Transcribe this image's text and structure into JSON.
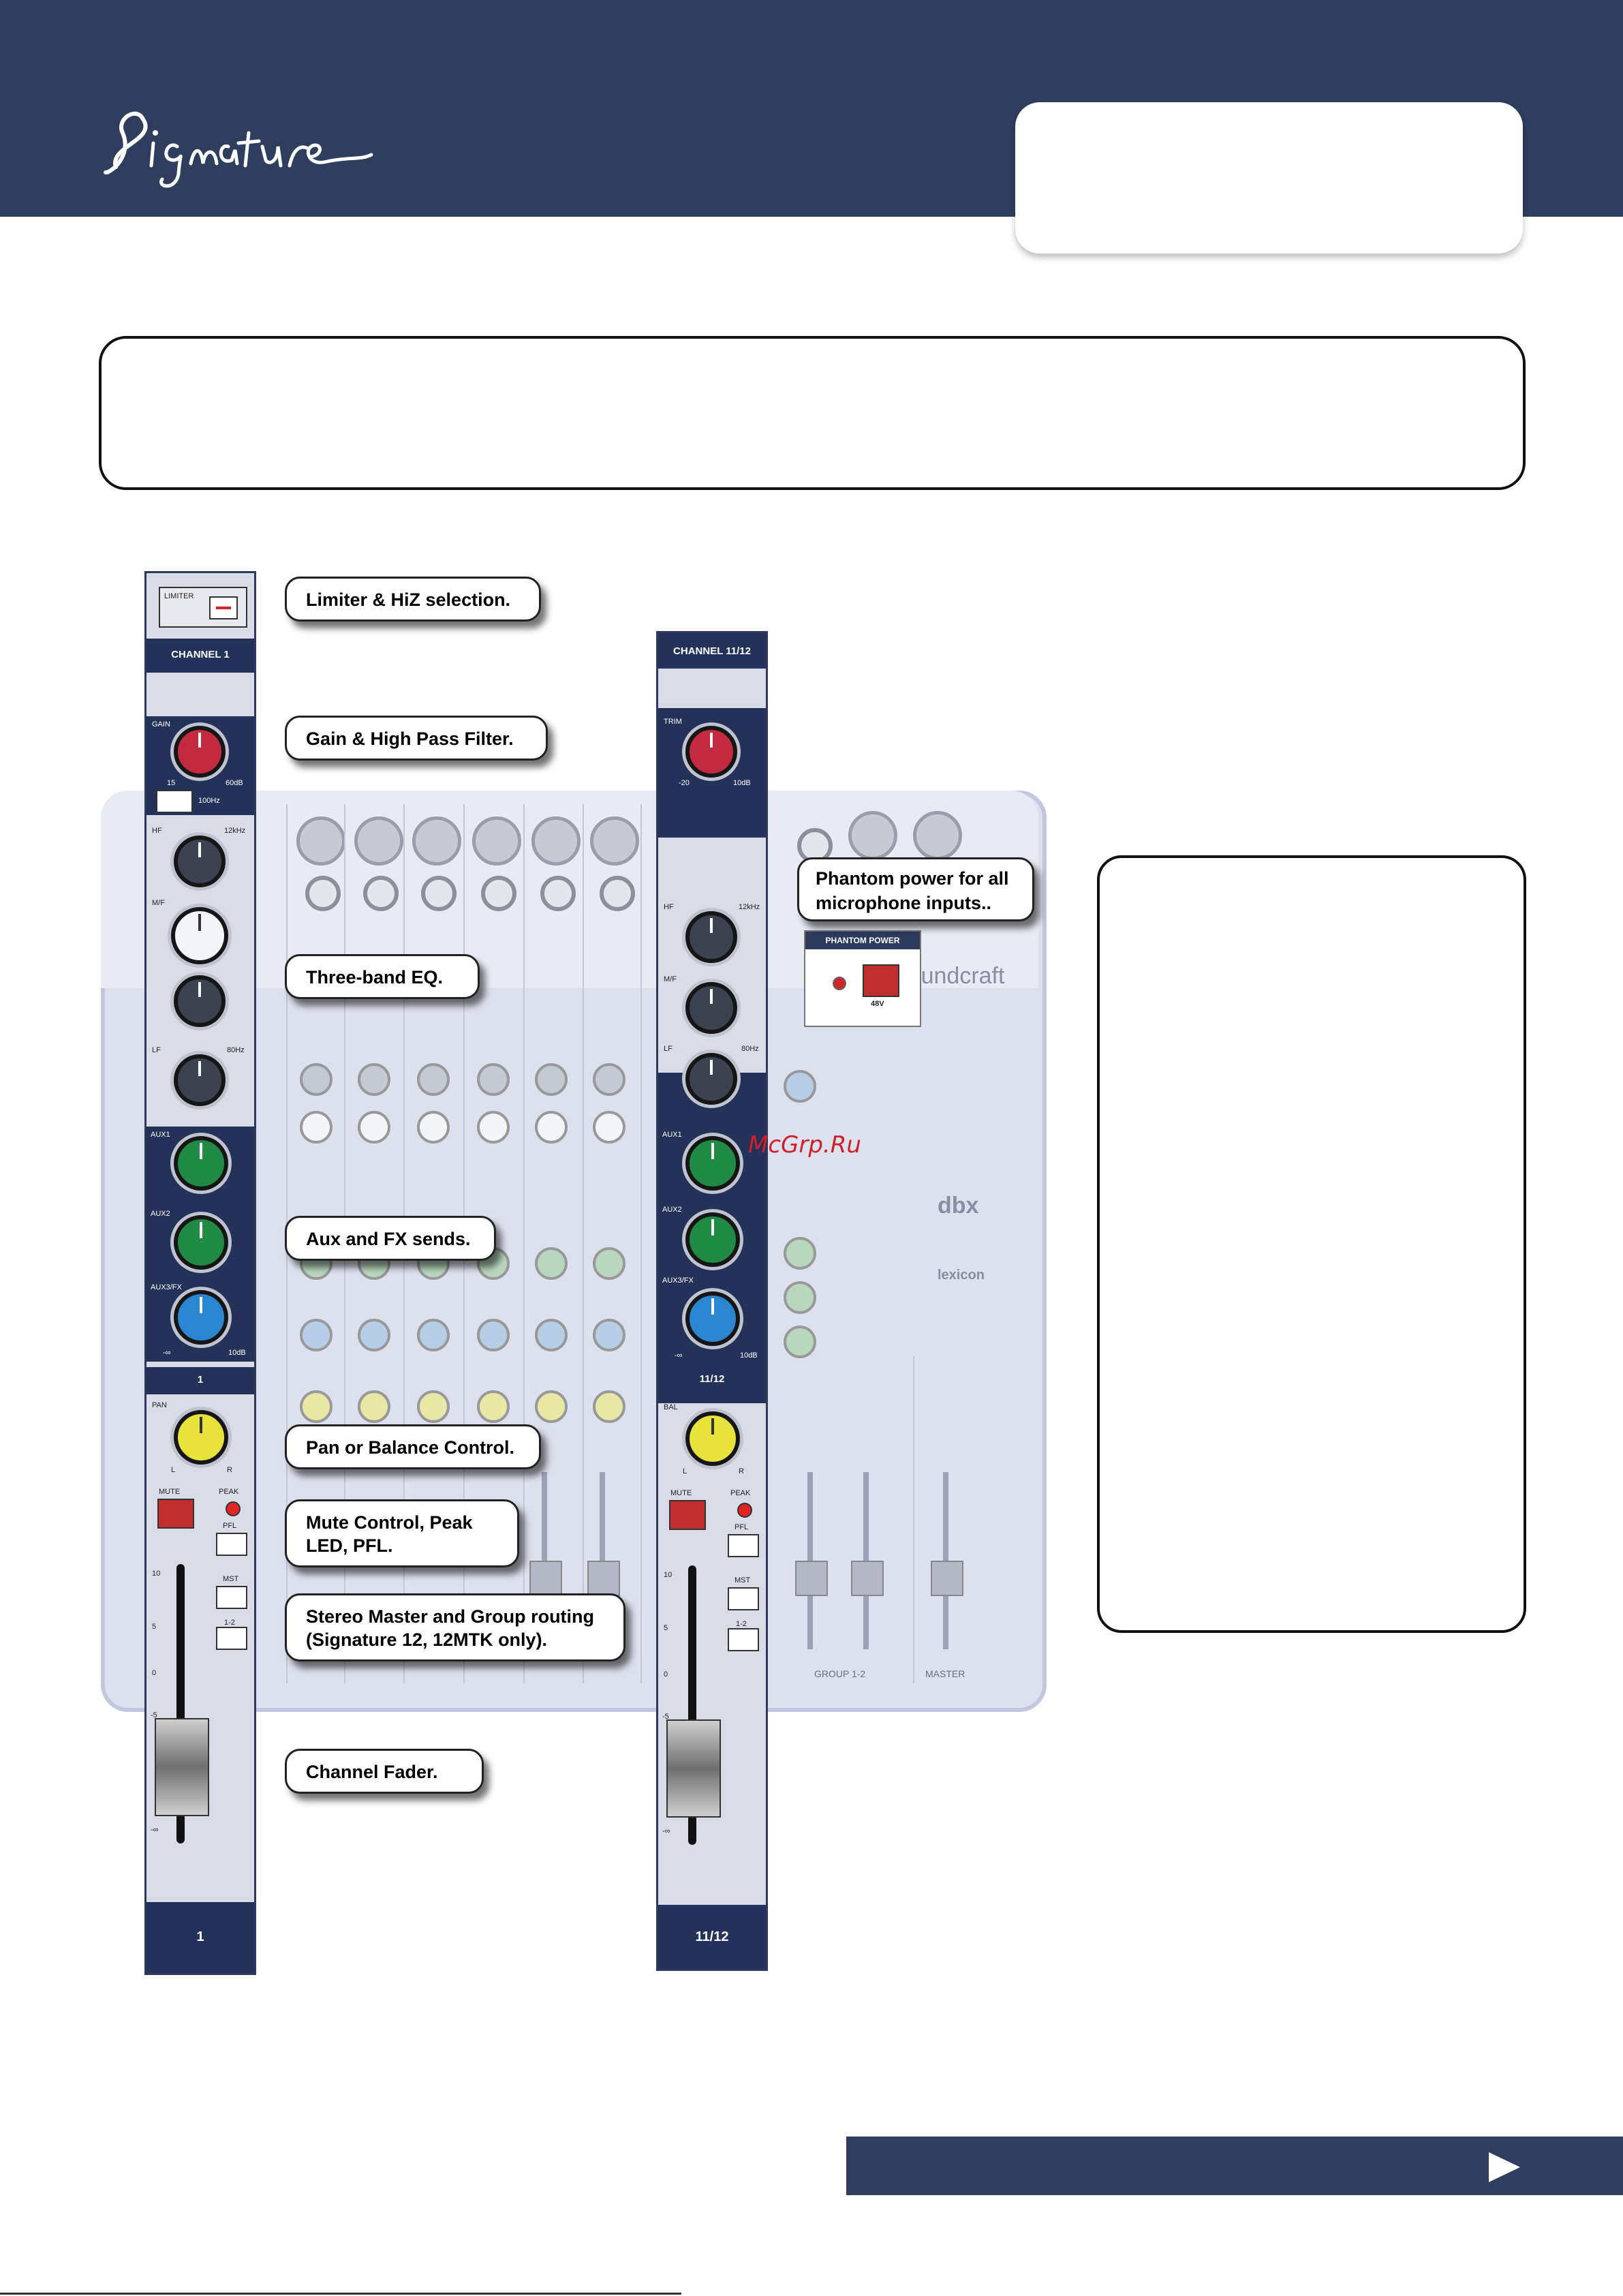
{
  "brand": {
    "logo_text": "Signature"
  },
  "callouts": {
    "limiter": "Limiter & HiZ selection.",
    "gain": "Gain & High Pass Filter.",
    "phantom": "Phantom power for all microphone inputs..",
    "eq": "Three-band EQ.",
    "aux": "Aux and FX sends.",
    "pan": "Pan or Balance Control.",
    "mute": "Mute Control, Peak LED, PFL.",
    "routing": "Stereo Master and Group routing (Signature 12, 12MTK only).",
    "fader": "Channel Fader."
  },
  "strip1": {
    "header": "CHANNEL 1",
    "limiter_label": "LIMITER",
    "gain_label": "GAIN",
    "gain_min": "15",
    "gain_max": "60dB",
    "hpf_label": "100Hz",
    "hf_label": "HF",
    "hf_freq": "12kHz",
    "mf_label": "M/F",
    "lf_label": "LF",
    "lf_freq": "80Hz",
    "aux1_label": "AUX1",
    "aux2_label": "AUX2",
    "aux3_label": "AUX3/FX",
    "aux_min": "-∞",
    "aux_max": "10dB",
    "number": "1",
    "pan_label": "PAN",
    "pan_l": "L",
    "pan_r": "R",
    "mute_label": "MUTE",
    "peak_label": "PEAK",
    "pfl_label": "PFL",
    "mst_label": "MST",
    "group_label": "1-2",
    "scale": [
      "10",
      "5",
      "0",
      "-5",
      "-∞"
    ],
    "footer": "1"
  },
  "strip2": {
    "header": "CHANNEL 11/12",
    "trim_label": "TRIM",
    "trim_min": "-20",
    "trim_max": "10dB",
    "hf_label": "HF",
    "hf_freq": "12kHz",
    "mf_label": "M/F",
    "lf_label": "LF",
    "lf_freq": "80Hz",
    "aux1_label": "AUX1",
    "aux2_label": "AUX2",
    "aux3_label": "AUX3/FX",
    "aux_min": "-∞",
    "aux_max": "10dB",
    "number": "11/12",
    "bal_label": "BAL",
    "bal_l": "L",
    "bal_r": "R",
    "mute_label": "MUTE",
    "peak_label": "PEAK",
    "pfl_label": "PFL",
    "mst_label": "MST",
    "group_label": "1-2",
    "scale": [
      "10",
      "5",
      "0",
      "-5",
      "-∞"
    ],
    "footer": "11/12"
  },
  "phantom_panel": {
    "title": "PHANTOM POWER",
    "button": "48V"
  },
  "mixer_labels": {
    "group": "GROUP 1-2",
    "master": "MASTER",
    "brand": "Soundcraft",
    "dbx": "dbx",
    "lexicon": "lexicon"
  },
  "watermark": "McGrp.Ru",
  "colors": {
    "header_bg": "#2f3d5f",
    "gain_knob": "#c42a3f",
    "eq_knob": "#3c4250",
    "mid_knob": "#f2f4f8",
    "aux_knob": "#1f8b45",
    "fx_knob": "#2a86d0",
    "pan_knob": "#e7e33b",
    "mute_button": "#c12e2e"
  }
}
